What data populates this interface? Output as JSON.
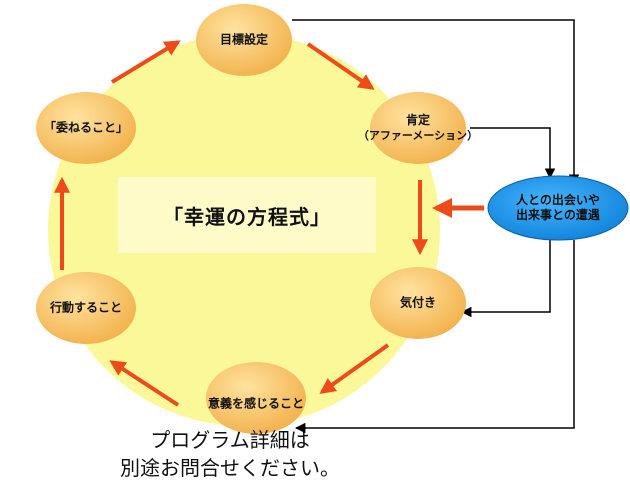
{
  "title": "「幸運の方程式」",
  "nodes": [
    {
      "id": "goal",
      "label": "目標設定"
    },
    {
      "id": "affirm",
      "label": "肯定",
      "sub": "（アファーメーション）"
    },
    {
      "id": "notice",
      "label": "気付き"
    },
    {
      "id": "meaning",
      "label": "意義を感じること"
    },
    {
      "id": "action",
      "label": "行動すること"
    },
    {
      "id": "entrust",
      "label": "「委ねること」"
    }
  ],
  "external": {
    "line1": "人との出会いや",
    "line2": "出来事との遭遇"
  },
  "footer": {
    "line1": "プログラム詳細は",
    "line2": "別途お問合せください。"
  },
  "colors": {
    "circle_fill": "#fbf89a",
    "node_fill": "#f6c060",
    "arrow": "#ee4b1a",
    "external_fill": "#0f8fe0",
    "title_box": "#fffbc8"
  }
}
